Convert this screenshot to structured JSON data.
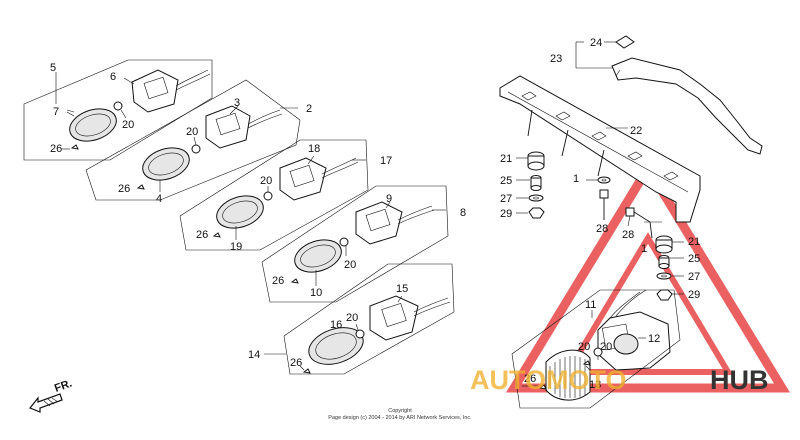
{
  "labels": [
    "1",
    "1",
    "2",
    "3",
    "4",
    "5",
    "6",
    "7",
    "8",
    "9",
    "10",
    "11",
    "12",
    "13",
    "14",
    "15",
    "16",
    "17",
    "18",
    "19",
    "20",
    "20",
    "20",
    "20",
    "20",
    "20",
    "20",
    "21",
    "21",
    "22",
    "23",
    "24",
    "25",
    "25",
    "26",
    "26",
    "26",
    "26",
    "26",
    "26",
    "27",
    "27",
    "28",
    "28",
    "29",
    "29"
  ],
  "direction": {
    "text": "FR.",
    "icon": "front-arrow-icon"
  },
  "copyright": {
    "line1": "Copyright",
    "line2": "Page design (c) 2004 - 2014 by ARI Network Services, Inc."
  },
  "watermark": {
    "left": "AUTOMOTO",
    "right": "HUB",
    "logo": "triangle-logo-icon",
    "colors": {
      "triangle": "#e84545",
      "left": "#f0b030",
      "right": "#333333"
    }
  }
}
